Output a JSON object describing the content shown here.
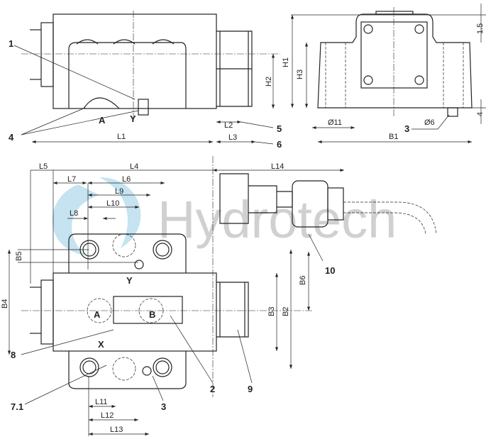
{
  "watermark": "Hydrotech",
  "colors": {
    "line": "#222222",
    "watermark_gray": "#c8c8c8",
    "watermark_blue": "#9fd0e8"
  },
  "side_view": {
    "callouts": {
      "c1": "1",
      "c4": "4",
      "c5": "5",
      "c6": "6"
    },
    "ports": {
      "a": "A",
      "y": "Y"
    },
    "dims": {
      "h2": "H2",
      "l1": "L1",
      "l2": "L2",
      "l3": "L3"
    }
  },
  "end_view": {
    "callouts": {
      "c3": "3"
    },
    "dims": {
      "h1": "H1",
      "h3": "H3",
      "d15": "1.5",
      "d4": "4",
      "o11": "Ø11",
      "o6": "Ø6",
      "b1": "B1"
    }
  },
  "top_view": {
    "dims": {
      "l5": "L5",
      "l4": "L4",
      "l7": "L7",
      "l6": "L6",
      "l9": "L9",
      "l10": "L10",
      "l8": "L8",
      "l14": "L14",
      "b5": "B5",
      "b4": "B4",
      "b6": "B6",
      "b3": "B3",
      "b2": "B2",
      "l11": "L11",
      "l12": "L12",
      "l13": "L13"
    },
    "ports": {
      "y": "Y",
      "a": "A",
      "b": "B",
      "x": "X"
    },
    "callouts": {
      "c10": "10",
      "c8": "8",
      "c71": "7.1",
      "c3": "3",
      "c2": "2",
      "c9": "9"
    }
  }
}
